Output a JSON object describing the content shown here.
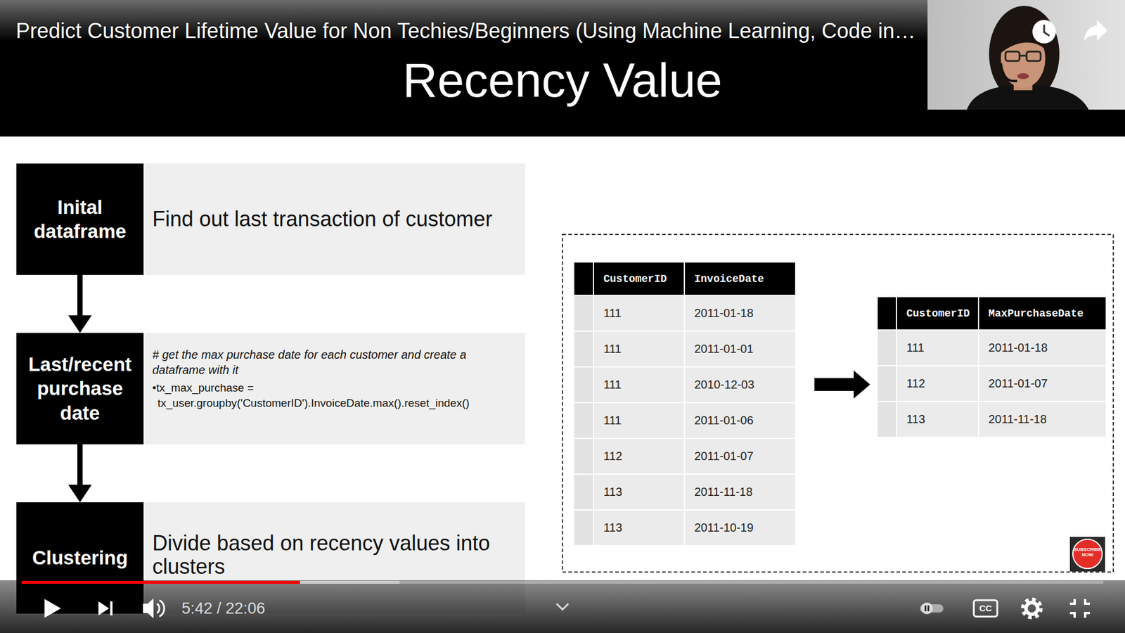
{
  "diagram": {
    "title": "Recency Value",
    "nodes": [
      {
        "text": [
          "Find out last transaction of customer"
        ]
      },
      {
        "text": [
          "Inital dataframe"
        ],
        "in": 0
      },
      {
        "text": [
          "# get the max purchase date for each customer and create a dataframe with it",
          "•tx_max_purchase = tx_user.groupby('CustomerID').InvoiceDate.max().reset_index()"
        ]
      },
      {
        "text": [
          "Last/recent purchase date"
        ],
        "in": 2
      },
      {
        "text": [
          "Divide based on recency values into clusters"
        ]
      },
      {
        "text": [
          "Clustering"
        ],
        "in": 4
      }
    ],
    "edges": [
      {
        "from": 1,
        "to": 3,
        "arrow": "to"
      },
      {
        "from": 3,
        "to": 5,
        "arrow": "to"
      }
    ],
    "labels": [
      "Predict Customer Lifetime Value for Non Techies/Beginners (Using Machine Learning, Code in…",
      "CustomerID",
      "InvoiceDate",
      "111",
      "2011-01-18",
      "111",
      "2011-01-01",
      "111",
      "2010-12-03",
      "111",
      "2011-01-06",
      "112",
      "2011-01-07",
      "113",
      "2011-11-18",
      "113",
      "2011-10-19",
      "CustomerID",
      "MaxPurchaseDate",
      "111",
      "2011-01-18",
      "112",
      "2011-01-07",
      "113",
      "2011-11-18",
      "SUBSCRIBE NOW",
      "5:42 / 22:06",
      "CC"
    ]
  }
}
